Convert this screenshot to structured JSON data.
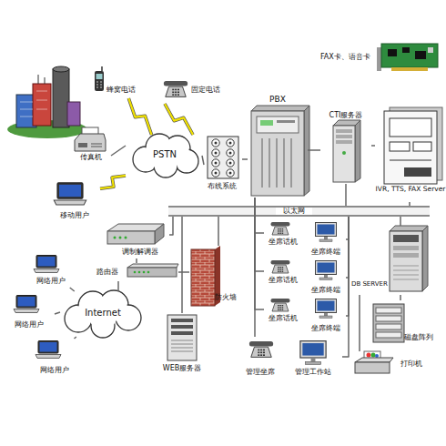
{
  "diagram": {
    "nodes": [
      {
        "text": [
          "FAX卡、语音卡"
        ]
      },
      {
        "text": [
          "蜂窝电话"
        ]
      },
      {
        "text": [
          "固定电话"
        ]
      },
      {
        "text": [
          "PBX"
        ]
      },
      {
        "text": [
          "CTI服务器"
        ]
      },
      {
        "text": [
          "传真机"
        ]
      },
      {
        "text": [
          "PSTN"
        ]
      },
      {
        "text": [
          "布线系统"
        ]
      },
      {
        "text": [
          "IVR, TTS, FAX Server"
        ]
      },
      {
        "text": [
          "移动用户"
        ]
      },
      {
        "text": [
          "以太网"
        ]
      },
      {
        "text": [
          "调制解调器"
        ]
      },
      {
        "text": [
          "坐席话机"
        ]
      },
      {
        "text": [
          "坐席终端"
        ]
      },
      {
        "text": [
          "DB SERVER"
        ]
      },
      {
        "text": [
          "网络用户"
        ]
      },
      {
        "text": [
          "路由器"
        ]
      },
      {
        "text": [
          "防火墙"
        ]
      },
      {
        "text": [
          "坐席话机"
        ]
      },
      {
        "text": [
          "坐席终端"
        ]
      },
      {
        "text": [
          "网络用户"
        ]
      },
      {
        "text": [
          "Internet"
        ]
      },
      {
        "text": [
          "坐席话机"
        ]
      },
      {
        "text": [
          "坐席终端"
        ]
      },
      {
        "text": [
          "磁盘阵列"
        ]
      },
      {
        "text": [
          "WEB服务器"
        ]
      },
      {
        "text": [
          "网络用户"
        ]
      },
      {
        "text": [
          "管理坐席"
        ]
      },
      {
        "text": [
          "管理工作站"
        ]
      },
      {
        "text": [
          "打印机"
        ]
      }
    ],
    "edges": [
      {
        "from": 1,
        "to": 6,
        "arrow": "none"
      },
      {
        "from": 2,
        "to": 6,
        "arrow": "none"
      },
      {
        "from": 5,
        "to": 6,
        "arrow": "none"
      },
      {
        "from": 9,
        "to": 6,
        "arrow": "none"
      },
      {
        "from": 6,
        "to": 7,
        "arrow": "none"
      },
      {
        "from": 7,
        "to": 3,
        "arrow": "none"
      },
      {
        "from": 3,
        "to": 4,
        "arrow": "none"
      },
      {
        "from": 4,
        "to": 8,
        "arrow": "none"
      },
      {
        "from": 4,
        "to": 10,
        "arrow": "none"
      },
      {
        "from": 8,
        "to": 10,
        "arrow": "none"
      },
      {
        "from": 3,
        "to": 12,
        "arrow": "none"
      },
      {
        "from": 3,
        "to": 18,
        "arrow": "none"
      },
      {
        "from": 3,
        "to": 22,
        "arrow": "none"
      },
      {
        "from": 3,
        "to": 27,
        "arrow": "none"
      },
      {
        "from": 10,
        "to": 13,
        "arrow": "none"
      },
      {
        "from": 10,
        "to": 19,
        "arrow": "none"
      },
      {
        "from": 10,
        "to": 23,
        "arrow": "none"
      },
      {
        "from": 10,
        "to": 28,
        "arrow": "none"
      },
      {
        "from": 10,
        "to": 14,
        "arrow": "none"
      },
      {
        "from": 14,
        "to": 24,
        "arrow": "none"
      },
      {
        "from": 14,
        "to": 29,
        "arrow": "none"
      },
      {
        "from": 11,
        "to": 10,
        "arrow": "none"
      },
      {
        "from": 16,
        "to": 11,
        "arrow": "none"
      },
      {
        "from": 16,
        "to": 17,
        "arrow": "none"
      },
      {
        "from": 17,
        "to": 10,
        "arrow": "none"
      },
      {
        "from": 16,
        "to": 21,
        "arrow": "none"
      },
      {
        "from": 25,
        "to": 10,
        "arrow": "none"
      },
      {
        "from": 15,
        "to": 21,
        "arrow": "none"
      },
      {
        "from": 20,
        "to": 21,
        "arrow": "none"
      },
      {
        "from": 26,
        "to": 21,
        "arrow": "none"
      }
    ]
  }
}
